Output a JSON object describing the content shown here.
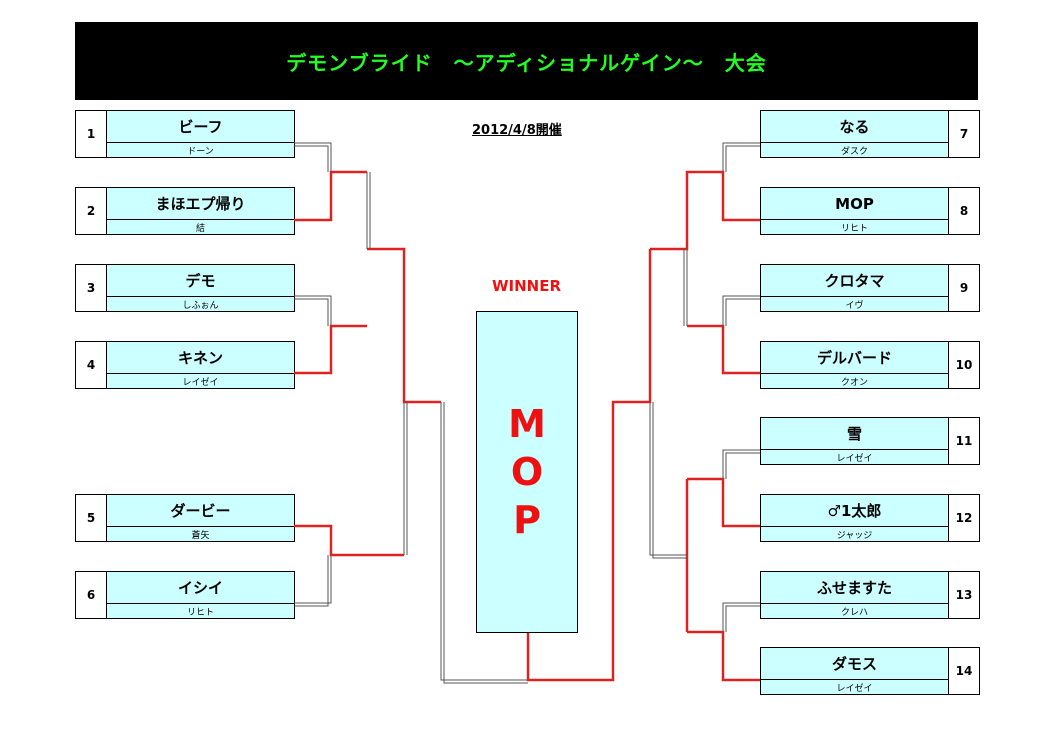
{
  "title": "デモンブライド　～アディショナルゲイン～　大会",
  "date": "2012/4/8開催",
  "winner_label": "WINNER",
  "winner_letters": [
    "M",
    "O",
    "P"
  ],
  "colors": {
    "title_bg": "#000000",
    "title_text": "#22ff22",
    "box": "#ccffff",
    "win_line": "#dd2222",
    "lose_line": "#555555"
  },
  "left_entries": [
    {
      "num": "1",
      "name": "ビーフ",
      "player": "ドーン"
    },
    {
      "num": "2",
      "name": "まほエプ帰り",
      "player": "結"
    },
    {
      "num": "3",
      "name": "デモ",
      "player": "しふぉん"
    },
    {
      "num": "4",
      "name": "キネン",
      "player": "レイゼイ"
    },
    {
      "num": "5",
      "name": "ダービー",
      "player": "蒼矢"
    },
    {
      "num": "6",
      "name": "イシイ",
      "player": "リヒト"
    }
  ],
  "right_entries": [
    {
      "num": "7",
      "name": "なる",
      "player": "ダスク"
    },
    {
      "num": "8",
      "name": "MOP",
      "player": "リヒト"
    },
    {
      "num": "9",
      "name": "クロタマ",
      "player": "イヴ"
    },
    {
      "num": "10",
      "name": "デルバード",
      "player": "クオン"
    },
    {
      "num": "11",
      "name": "雪",
      "player": "レイゼイ"
    },
    {
      "num": "12",
      "name": "♂1太郎",
      "player": "ジャッジ"
    },
    {
      "num": "13",
      "name": "ふせますた",
      "player": "クレハ"
    },
    {
      "num": "14",
      "name": "ダモス",
      "player": "レイゼイ"
    }
  ]
}
